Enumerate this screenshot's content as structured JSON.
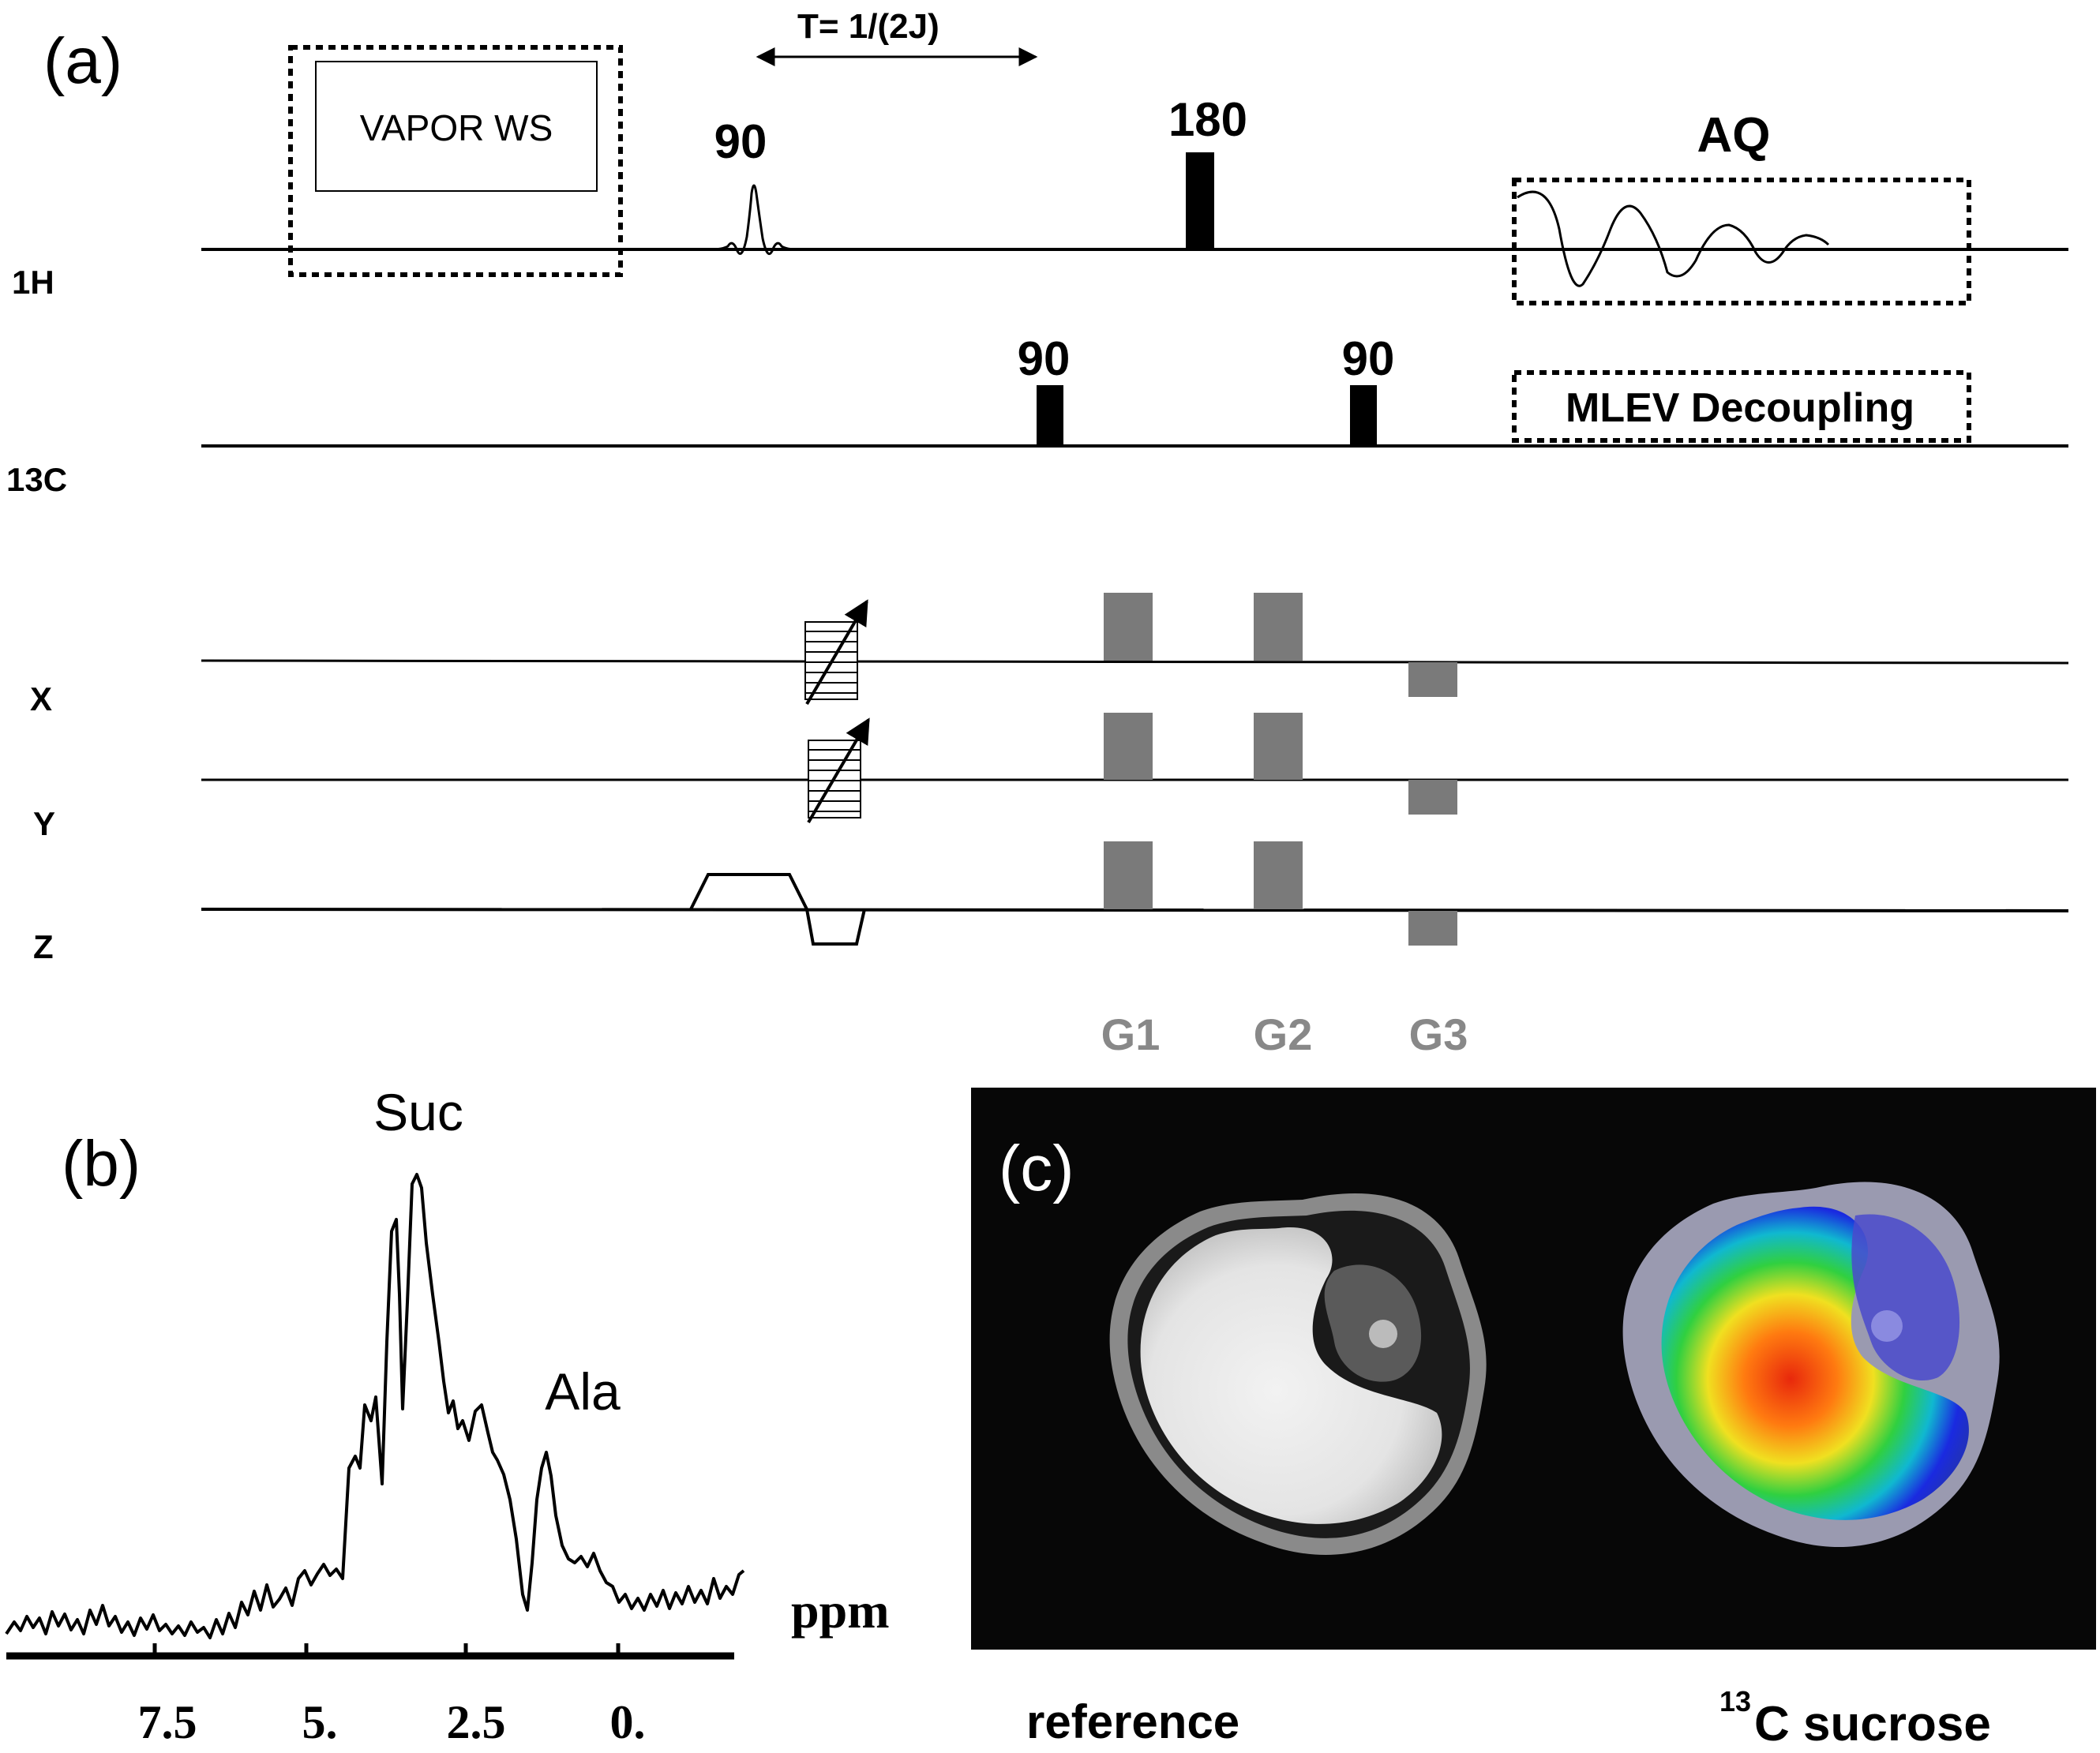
{
  "panel_a": {
    "label": "(a)",
    "delay_label": "T= 1/(2J)",
    "channels": {
      "h1": "1H",
      "c13": "13C",
      "x": "X",
      "y": "Y",
      "z": "Z"
    },
    "vapor_label": "VAPOR WS",
    "h_pulse_90": "90",
    "h_pulse_180": "180",
    "acq_label": "AQ",
    "c_pulse_90_first": "90",
    "c_pulse_90_second": "90",
    "decoupling_label": "MLEV Decoupling",
    "gradients": [
      "G1",
      "G2",
      "G3"
    ]
  },
  "panel_b": {
    "label": "(b)",
    "peak_suc": "Suc",
    "peak_ala": "Ala",
    "axis_unit": "ppm",
    "ticks": [
      "7.5",
      "5.",
      "2.5",
      "0."
    ]
  },
  "panel_c": {
    "label": "(c)",
    "caption_left": "reference",
    "caption_right_sup": "13",
    "caption_right": "C sucrose"
  },
  "colors": {
    "line": "#000000",
    "gradient": "#7a7a7a",
    "image_bg": "#070707"
  }
}
